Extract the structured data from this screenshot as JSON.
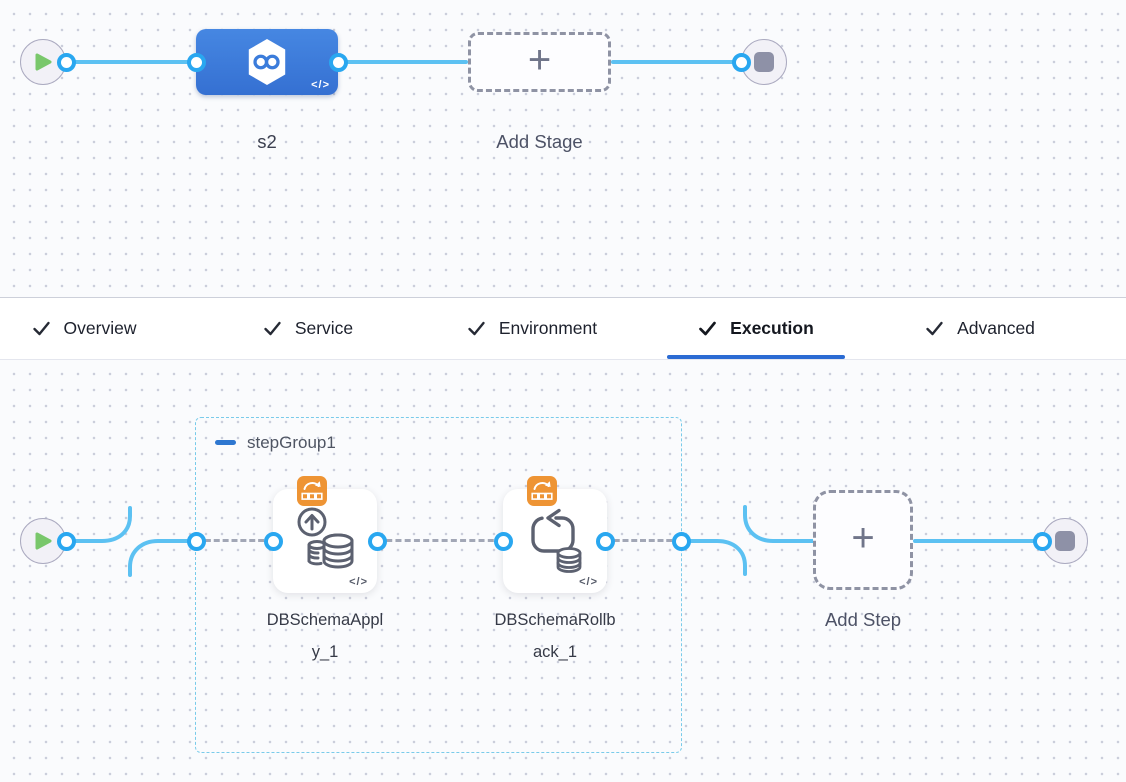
{
  "pipeline_stage_canvas": {
    "stage_node": {
      "name": "s2",
      "code_icon": "</>"
    },
    "add_stage": {
      "label": "Add Stage"
    }
  },
  "tab_bar": {
    "tabs": [
      {
        "label": "Overview"
      },
      {
        "label": "Service"
      },
      {
        "label": "Environment"
      },
      {
        "label": "Execution"
      },
      {
        "label": "Advanced"
      }
    ],
    "active_tab": "Execution"
  },
  "execution_canvas": {
    "step_group": {
      "label": "stepGroup1"
    },
    "steps": [
      {
        "name": "DBSchemaApply_1",
        "code_icon": "</>"
      },
      {
        "name": "DBSchemaRollback_1",
        "code_icon": "</>"
      }
    ],
    "add_step": {
      "label": "Add Step"
    }
  },
  "icons": {
    "plus": "+"
  },
  "colors": {
    "connector_blue": "#5CC1F2",
    "port_ring": "#29A7F0",
    "stage_blue": "#3C7DDB",
    "active_tab_underline": "#2B6BD3",
    "step_group_border": "#79CBEA",
    "badge_orange": "#EE9434",
    "play_green": "#79C76B",
    "dashed_connector": "#A2A7B6"
  }
}
